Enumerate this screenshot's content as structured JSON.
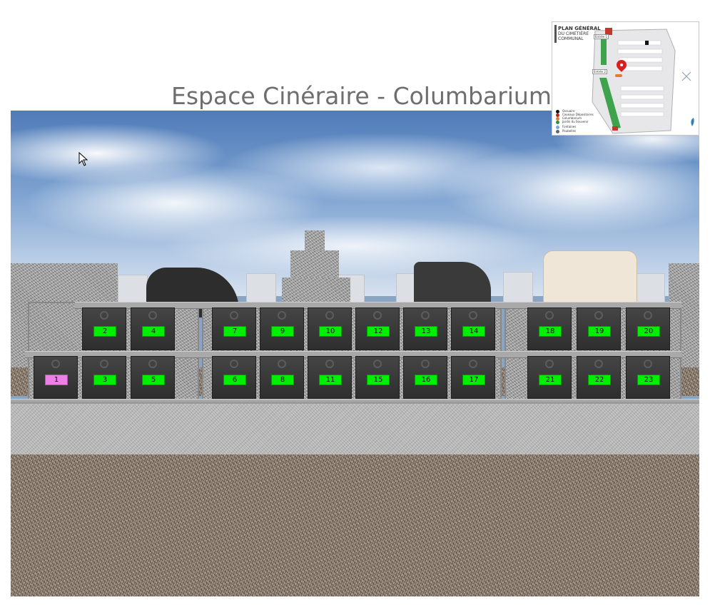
{
  "page": {
    "title": "Espace Cinéraire - Columbarium"
  },
  "map": {
    "title_line1": "PLAN GÉNÉRAL",
    "title_line2": "DU CIMETIÈRE",
    "title_line3": "COMMUNAL",
    "legend": [
      {
        "label": "Ossuaire",
        "color": "#111111"
      },
      {
        "label": "Caveaux Dépositoires",
        "color": "#b5261e"
      },
      {
        "label": "Columbarium",
        "color": "#d9822b"
      },
      {
        "label": "Jardin du Souvenir",
        "color": "#2c8f4a"
      },
      {
        "label": "Fontaines",
        "color": "#7aa6d8"
      },
      {
        "label": "Poubelles",
        "color": "#666666"
      }
    ],
    "labels": {
      "entree1": "Entrée 1",
      "entree2": "Entrée 2"
    }
  },
  "colors": {
    "available": "#00ee00",
    "selected": "#ee7fe6",
    "pin": "#d81e1e"
  },
  "niches": {
    "top": [
      "2",
      "4",
      "7",
      "9",
      "10",
      "12",
      "13",
      "14",
      "18",
      "19",
      "20"
    ],
    "bottom": [
      "1",
      "3",
      "5",
      "6",
      "8",
      "11",
      "15",
      "16",
      "17",
      "21",
      "22",
      "23"
    ]
  }
}
